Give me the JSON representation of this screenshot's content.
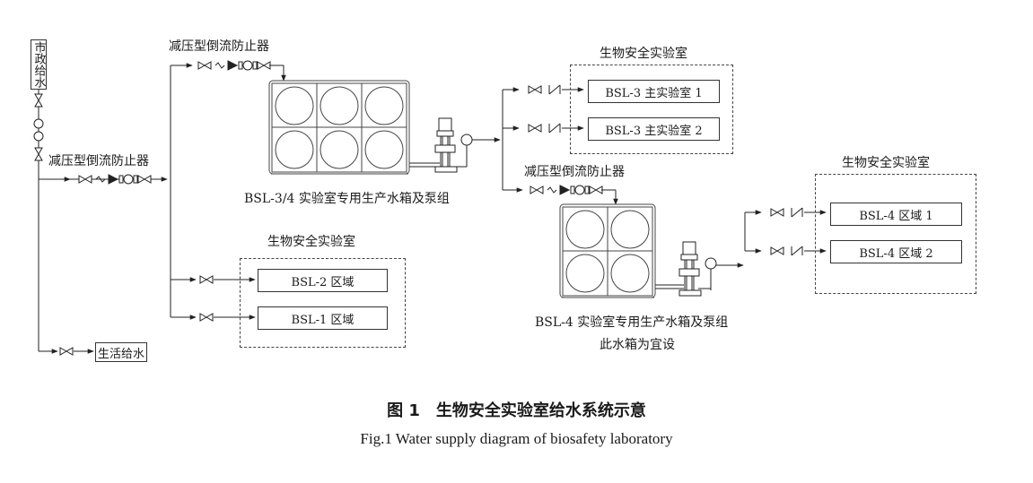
{
  "labels": {
    "municipal_supply": "市政给水",
    "rpz_top": "减压型倒流防止器",
    "rpz_left": "减压型倒流防止器",
    "rpz_mid": "减压型倒流防止器",
    "tank1_caption": "BSL-3/4 实验室专用生产水箱及泵组",
    "tank2_caption": "BSL-4 实验室专用生产水箱及泵组",
    "tank2_note": "此水箱为宜设",
    "domestic_supply": "生活给水"
  },
  "groups": {
    "bsl3": {
      "title": "生物安全实验室",
      "rooms": [
        "BSL-3 主实验室 1",
        "BSL-3 主实验室 2"
      ]
    },
    "bsl4": {
      "title": "生物安全实验室",
      "rooms": [
        "BSL-4 区域 1",
        "BSL-4 区域 2"
      ]
    },
    "bsl12": {
      "title": "生物安全实验室",
      "rooms": [
        "BSL-2 区域",
        "BSL-1 区域"
      ]
    }
  },
  "caption": {
    "cn": "图 1　生物安全实验室给水系统示意",
    "en": "Fig.1  Water supply diagram of biosafety laboratory"
  }
}
